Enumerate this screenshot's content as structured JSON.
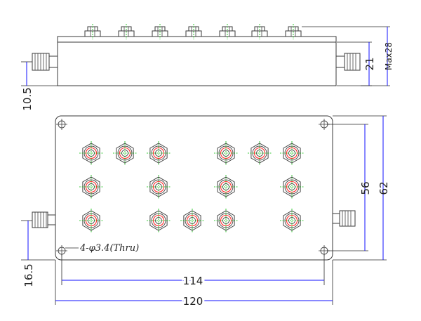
{
  "drawing": {
    "side_view": {
      "dims": {
        "body_height": "21",
        "max_height": "Max28",
        "connector_offset": "10.5"
      },
      "tuning_screw_count": 7
    },
    "top_view": {
      "dims": {
        "hole_spacing_v": "56",
        "body_height": "62",
        "connector_offset": "16.5",
        "hole_spacing_h": "114",
        "body_length": "120"
      },
      "hole_note": "4-φ3.4(Thru)",
      "tuning_screw_count": 15
    },
    "colors": {
      "outline": "#3a3a3a",
      "dimension_line": "#1010ff",
      "center_line": "#00bb00",
      "resonator_ring": "#ff3030"
    }
  }
}
